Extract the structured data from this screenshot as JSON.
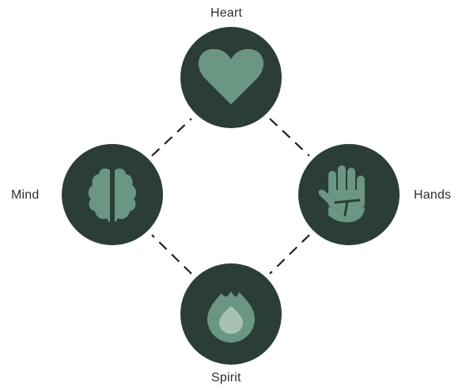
{
  "colors": {
    "circle": "#2b3e36",
    "icon": "#6a9683",
    "icon_light": "#a7c2b4",
    "connector": "#1f1f1f",
    "label": "#2d2d2d"
  },
  "nodes": {
    "heart": {
      "label": "Heart",
      "icon": "heart-icon"
    },
    "hands": {
      "label": "Hands",
      "icon": "hand-icon"
    },
    "spirit": {
      "label": "Spirit",
      "icon": "flame-icon"
    },
    "mind": {
      "label": "Mind",
      "icon": "brain-icon"
    }
  }
}
